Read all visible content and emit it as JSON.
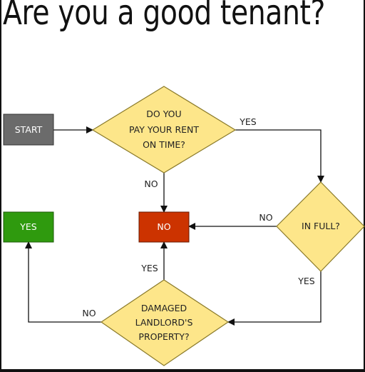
{
  "title": "Are you a good tenant?",
  "nodes": {
    "start": "START",
    "pay_rent": [
      "DO YOU",
      "PAY YOUR RENT",
      "ON TIME?"
    ],
    "in_full": "IN FULL?",
    "result_no": "NO",
    "result_yes": "YES",
    "damaged": [
      "DAMAGED",
      "LANDLORD'S",
      "PROPERTY?"
    ]
  },
  "edges": {
    "pay_rent_yes": "YES",
    "pay_rent_no": "NO",
    "in_full_no": "NO",
    "in_full_yes": "YES",
    "damaged_yes": "YES",
    "damaged_no": "NO"
  },
  "colors": {
    "start": "#6b6b6b",
    "decision_fill": "#fde68a",
    "decision_stroke": "#8a7a2a",
    "result_no": "#cc3300",
    "result_yes": "#2f9a0e",
    "line": "#111111"
  }
}
